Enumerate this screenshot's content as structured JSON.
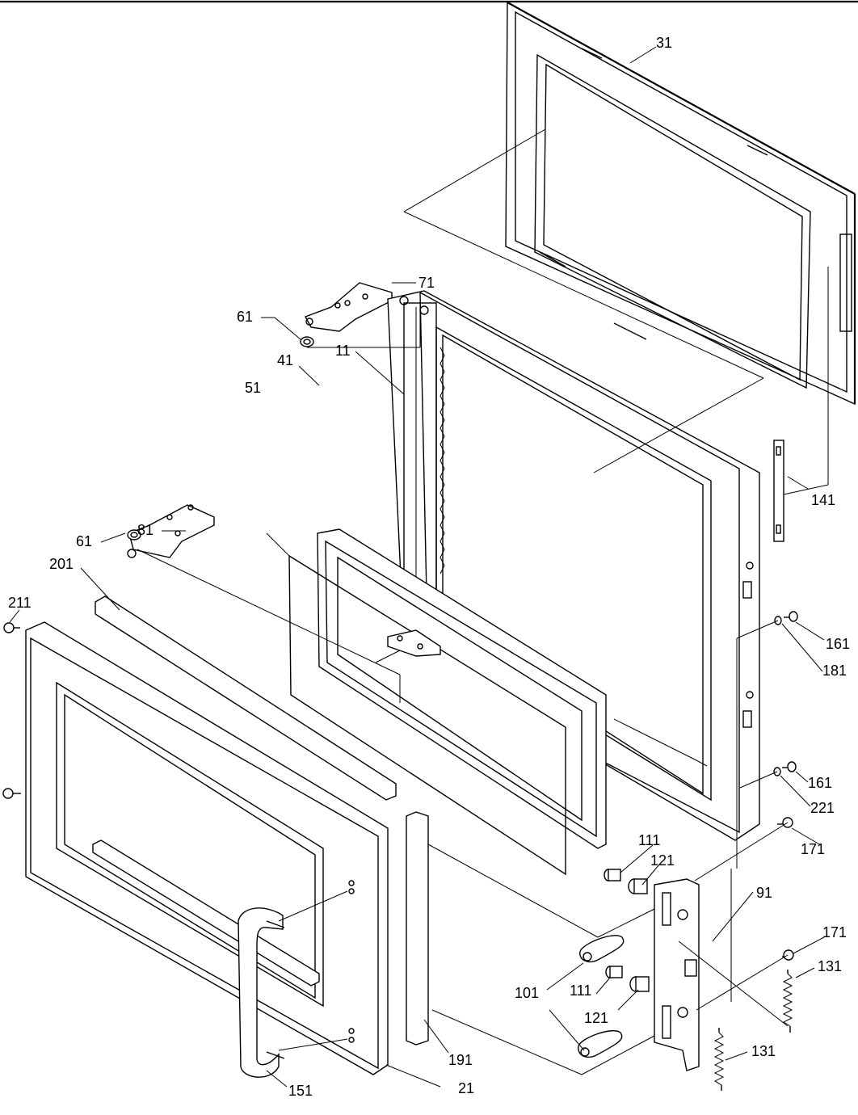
{
  "diagram": {
    "labels": {
      "p11": "11",
      "p21": "21",
      "p31": "31",
      "p41": "41",
      "p51": "51",
      "p61a": "61",
      "p61b": "61",
      "p71": "71",
      "p81": "81",
      "p91": "91",
      "p101": "101",
      "p111a": "111",
      "p111b": "111",
      "p121a": "121",
      "p121b": "121",
      "p131a": "131",
      "p131b": "131",
      "p141": "141",
      "p151": "151",
      "p161a": "161",
      "p161b": "161",
      "p171a": "171",
      "p171b": "171",
      "p181": "181",
      "p191": "191",
      "p201": "201",
      "p211": "211",
      "p221": "221"
    }
  }
}
